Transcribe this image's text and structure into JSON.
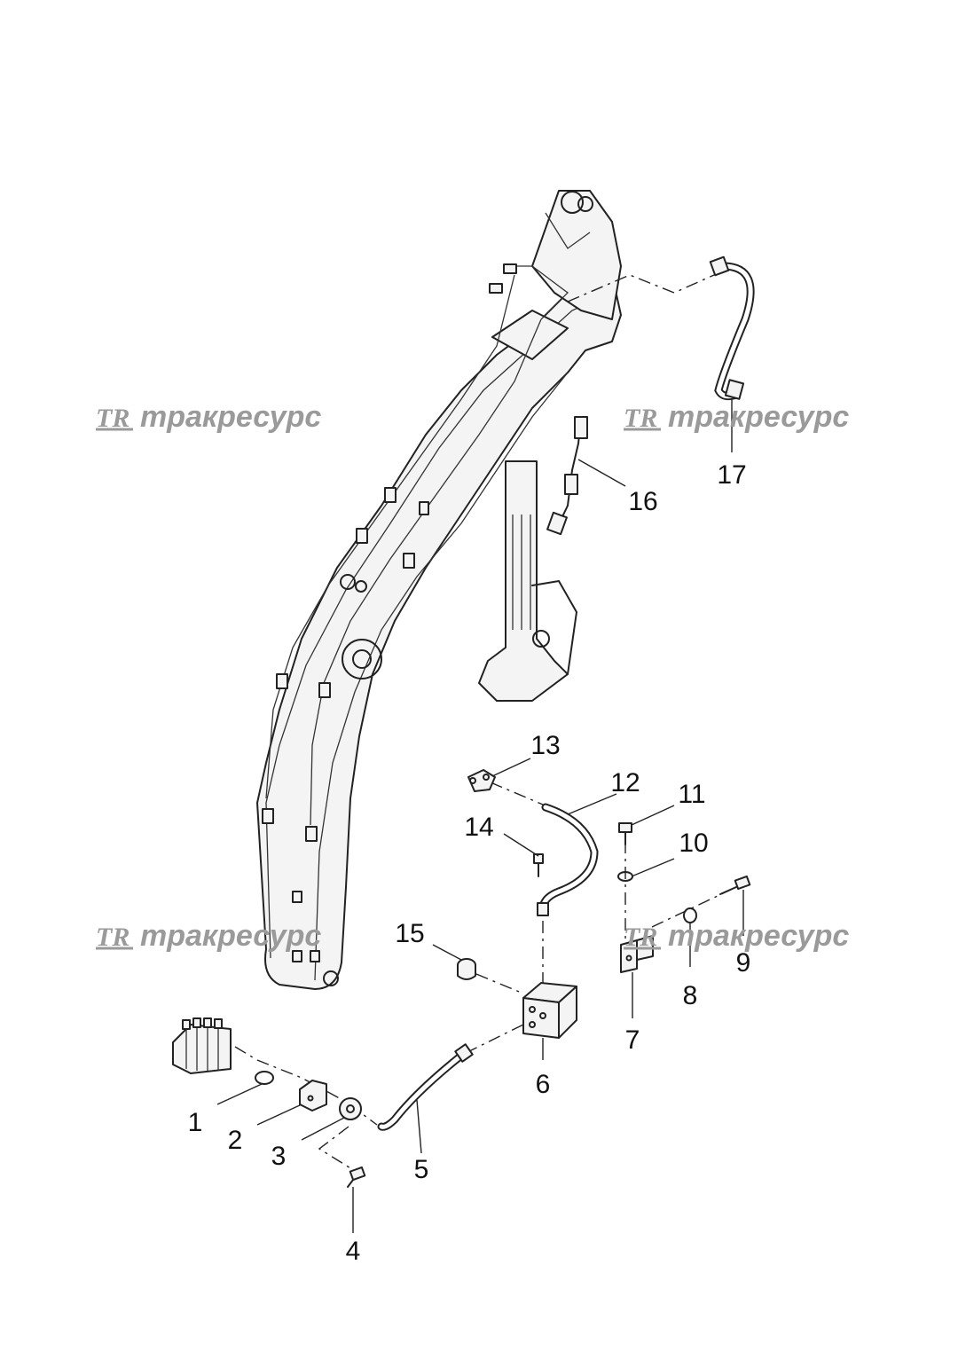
{
  "watermark": {
    "logo_text": "TR",
    "brand_text": "тракресурс"
  },
  "callouts": {
    "c1": "1",
    "c2": "2",
    "c3": "3",
    "c4": "4",
    "c5": "5",
    "c6": "6",
    "c7": "7",
    "c8": "8",
    "c9": "9",
    "c10": "10",
    "c11": "11",
    "c12": "12",
    "c13": "13",
    "c14": "14",
    "c15": "15",
    "c16": "16",
    "c17": "17"
  },
  "colors": {
    "line": "#222222",
    "watermark": "#9a9a9a",
    "background": "#ffffff"
  }
}
